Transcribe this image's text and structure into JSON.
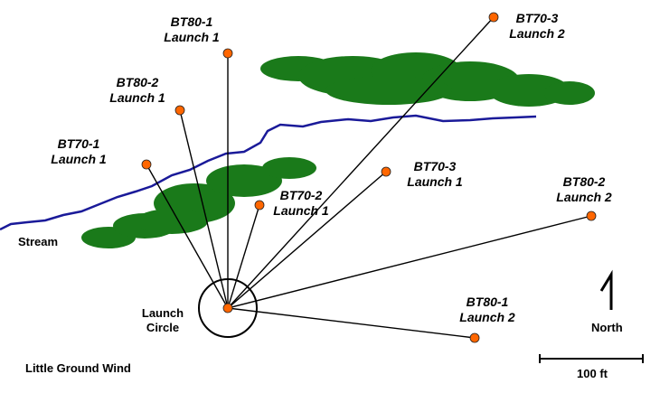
{
  "legend": {
    "stream_label": "Stream",
    "launch_circle_line1": "Launch",
    "launch_circle_line2": "Circle",
    "wind_note": "Little Ground Wind",
    "north_label": "North",
    "scale_label": "100 ft"
  },
  "colors": {
    "marker": "#ff6600",
    "vegetation": "#1a7a1a",
    "stream": "#1a1a99",
    "lines": "#000000"
  },
  "landings": [
    {
      "id": "bt80-1-l1",
      "name": "BT80-1",
      "launch": "Launch 1"
    },
    {
      "id": "bt80-2-l1",
      "name": "BT80-2",
      "launch": "Launch 1"
    },
    {
      "id": "bt70-1-l1",
      "name": "BT70-1",
      "launch": "Launch 1"
    },
    {
      "id": "bt70-2-l1",
      "name": "BT70-2",
      "launch": "Launch 1"
    },
    {
      "id": "bt70-3-l1",
      "name": "BT70-3",
      "launch": "Launch 1"
    },
    {
      "id": "bt70-3-l2",
      "name": "BT70-3",
      "launch": "Launch 2"
    },
    {
      "id": "bt80-2-l2",
      "name": "BT80-2",
      "launch": "Launch 2"
    },
    {
      "id": "bt80-1-l2",
      "name": "BT80-1",
      "launch": "Launch 2"
    }
  ]
}
